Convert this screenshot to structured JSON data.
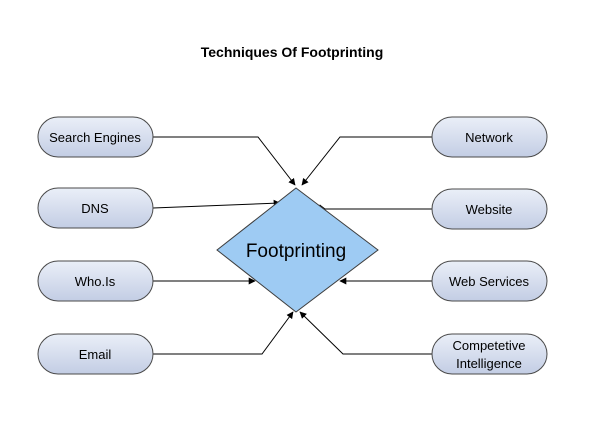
{
  "title": "Techniques Of Footprinting",
  "center": {
    "label": "Footprinting"
  },
  "left_nodes": [
    {
      "label": "Search Engines"
    },
    {
      "label": "DNS"
    },
    {
      "label": "Who.Is"
    },
    {
      "label": "Email"
    }
  ],
  "right_nodes": [
    {
      "label": "Network"
    },
    {
      "label": "Website"
    },
    {
      "label": "Web Services"
    },
    {
      "label_lines": [
        "Competetive",
        "Intelligence"
      ]
    }
  ],
  "colors": {
    "node_fill_top": "#eaeff8",
    "node_fill_bottom": "#c3cde4",
    "node_stroke": "#4a4a4a",
    "diamond_fill": "#9ecbf3",
    "diamond_stroke": "#3d3d3d",
    "edge": "#000000"
  }
}
